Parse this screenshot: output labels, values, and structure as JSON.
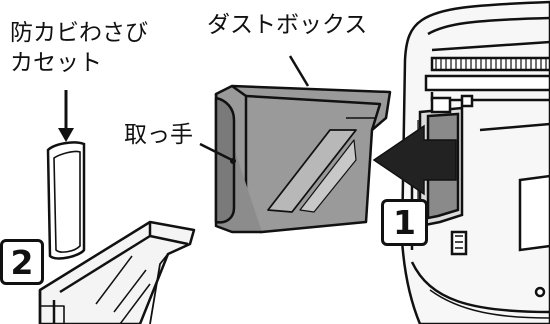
{
  "labels": {
    "cartridge_line1": "防カビわさび",
    "cartridge_line2": "カセット",
    "dust_box": "ダストボックス",
    "handle": "取っ手"
  },
  "steps": [
    "1",
    "2"
  ],
  "colors": {
    "line": "#111111",
    "box_fill": "#9a9a9a",
    "box_fill_dark": "#6f6f6f",
    "machine_fill": "#f2f2f2",
    "arrow": "#222222"
  }
}
